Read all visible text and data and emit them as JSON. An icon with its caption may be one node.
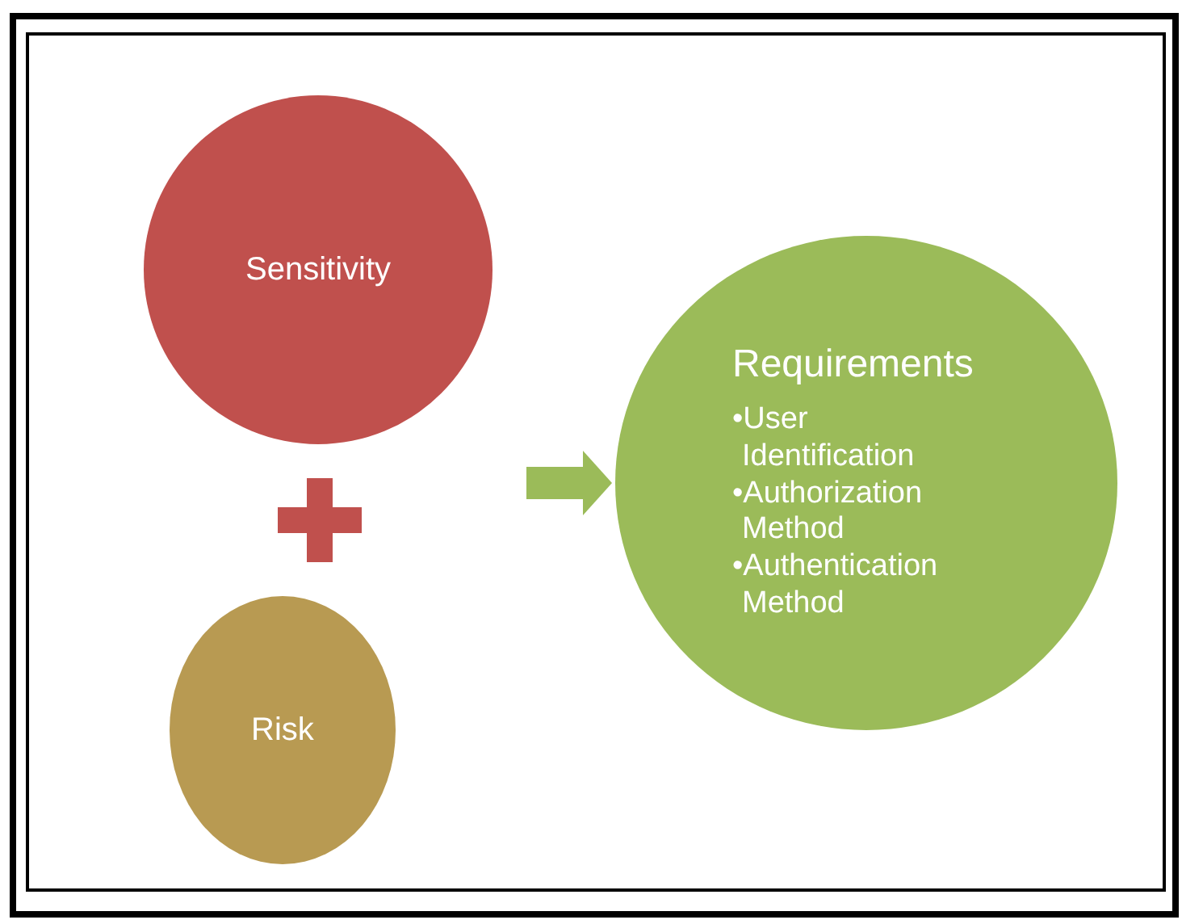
{
  "diagram": {
    "nodes": [
      {
        "text": [
          "Sensitivity"
        ]
      },
      {
        "text": [
          "Risk"
        ]
      },
      {
        "text": [
          "Requirements",
          "•User Identification",
          "•Authorization Method",
          "•Authentication Method"
        ]
      }
    ],
    "edges": [
      {
        "from": null,
        "to": 2,
        "arrow": "to",
        "color": "#9bbb59"
      }
    ]
  }
}
